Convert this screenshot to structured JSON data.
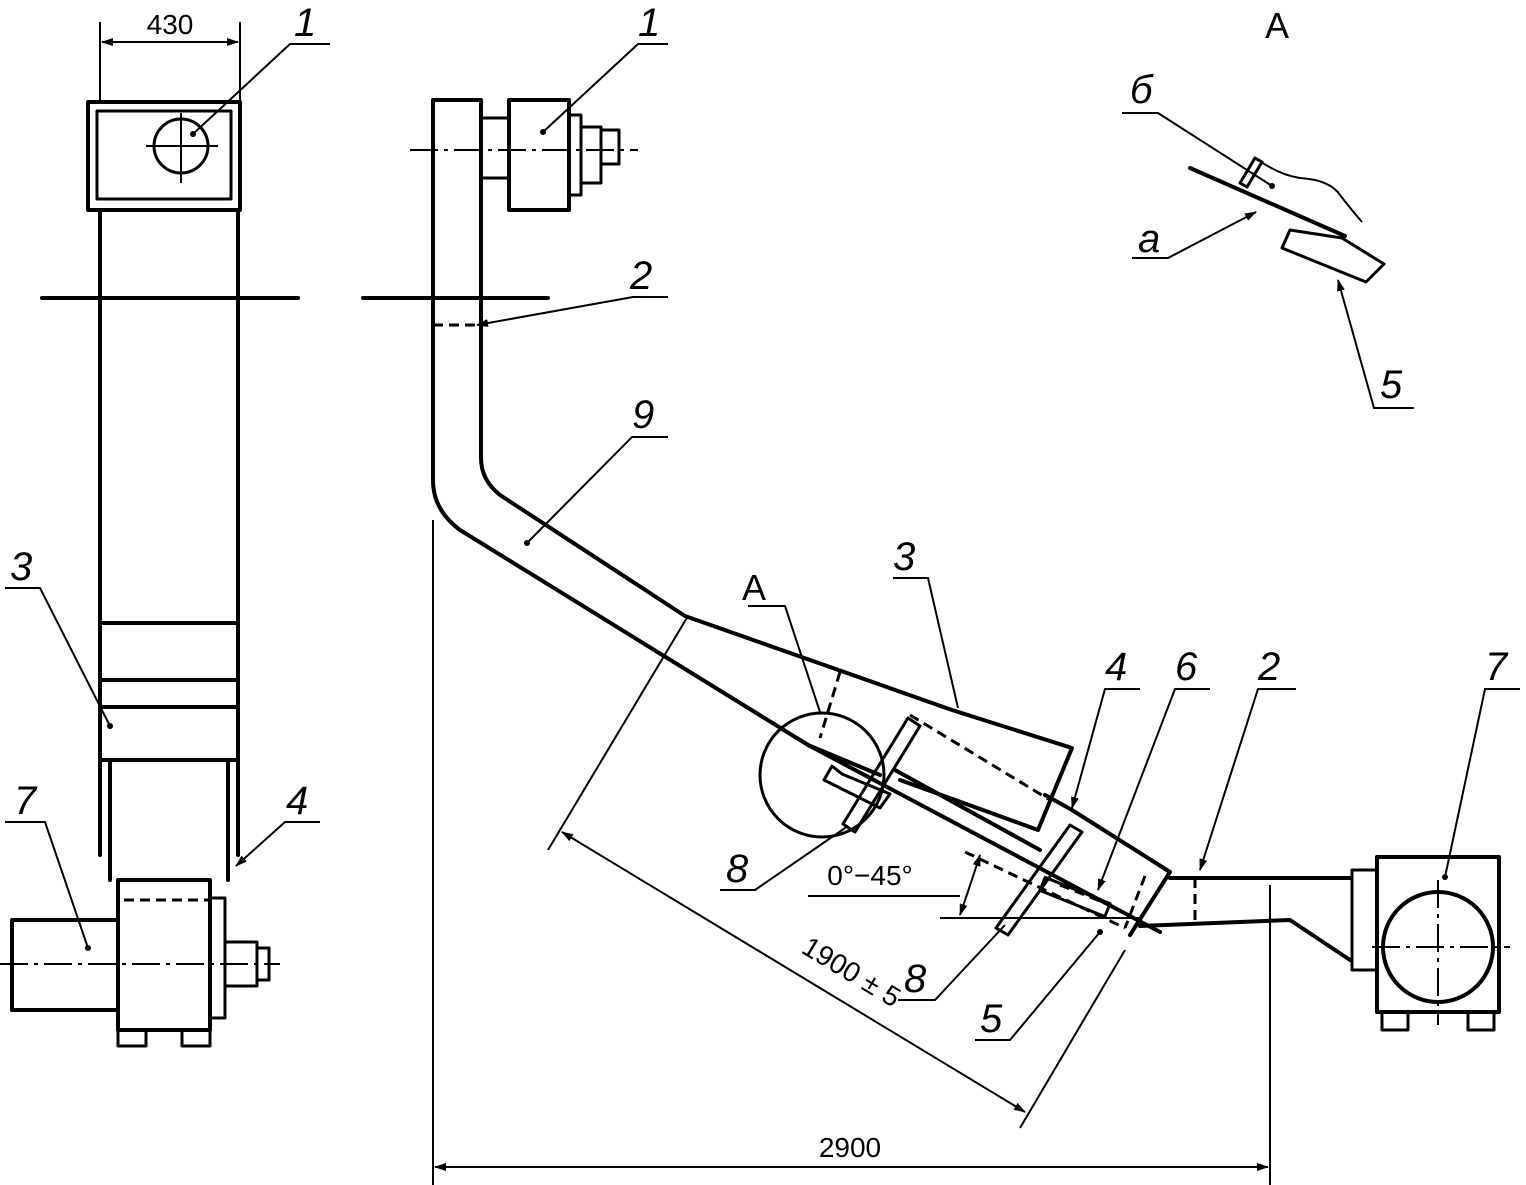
{
  "labels": {
    "l1_left": "1",
    "l3_left": "3",
    "l7_left": "7",
    "l4_left": "4",
    "l1_mid": "1",
    "l2_mid": "2",
    "l9": "9",
    "l3_mid": "3",
    "l4_mid": "4",
    "l6": "6",
    "l2_right": "2",
    "l7_right": "7",
    "l8_a": "8",
    "l8_b": "8",
    "l5_mid": "5",
    "view_a_marker": "A",
    "view_a_title": "A",
    "l_b": "б",
    "l_a": "а",
    "l5_detail": "5"
  },
  "dimensions": {
    "width_top": "430",
    "slope_length": "1900 ± 5",
    "horizontal_length": "2900",
    "angle": "0°−45°"
  }
}
